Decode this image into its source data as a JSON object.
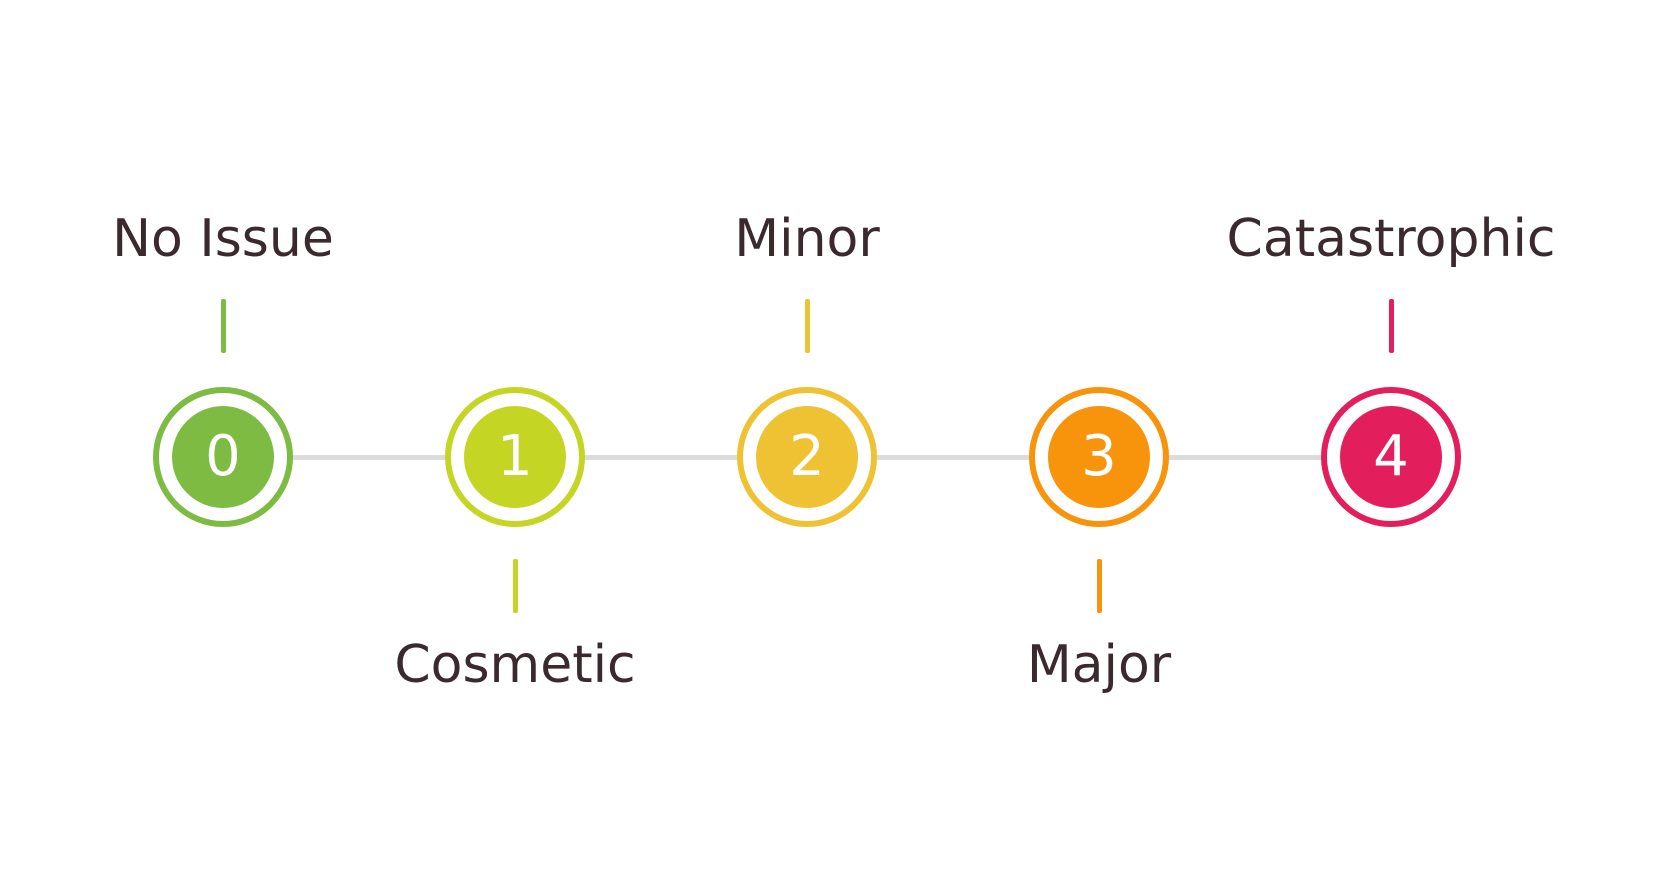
{
  "scale": {
    "levels": [
      {
        "number": "0",
        "label": "No Issue",
        "color": "#7dbb42",
        "label_position": "above"
      },
      {
        "number": "1",
        "label": "Cosmetic",
        "color": "#c5d524",
        "label_position": "below"
      },
      {
        "number": "2",
        "label": "Minor",
        "color": "#efc234",
        "label_position": "above"
      },
      {
        "number": "3",
        "label": "Major",
        "color": "#f7940b",
        "label_position": "below"
      },
      {
        "number": "4",
        "label": "Catastrophic",
        "color": "#e21f5c",
        "label_position": "above"
      }
    ],
    "connector_color": "#dcdcdc"
  }
}
